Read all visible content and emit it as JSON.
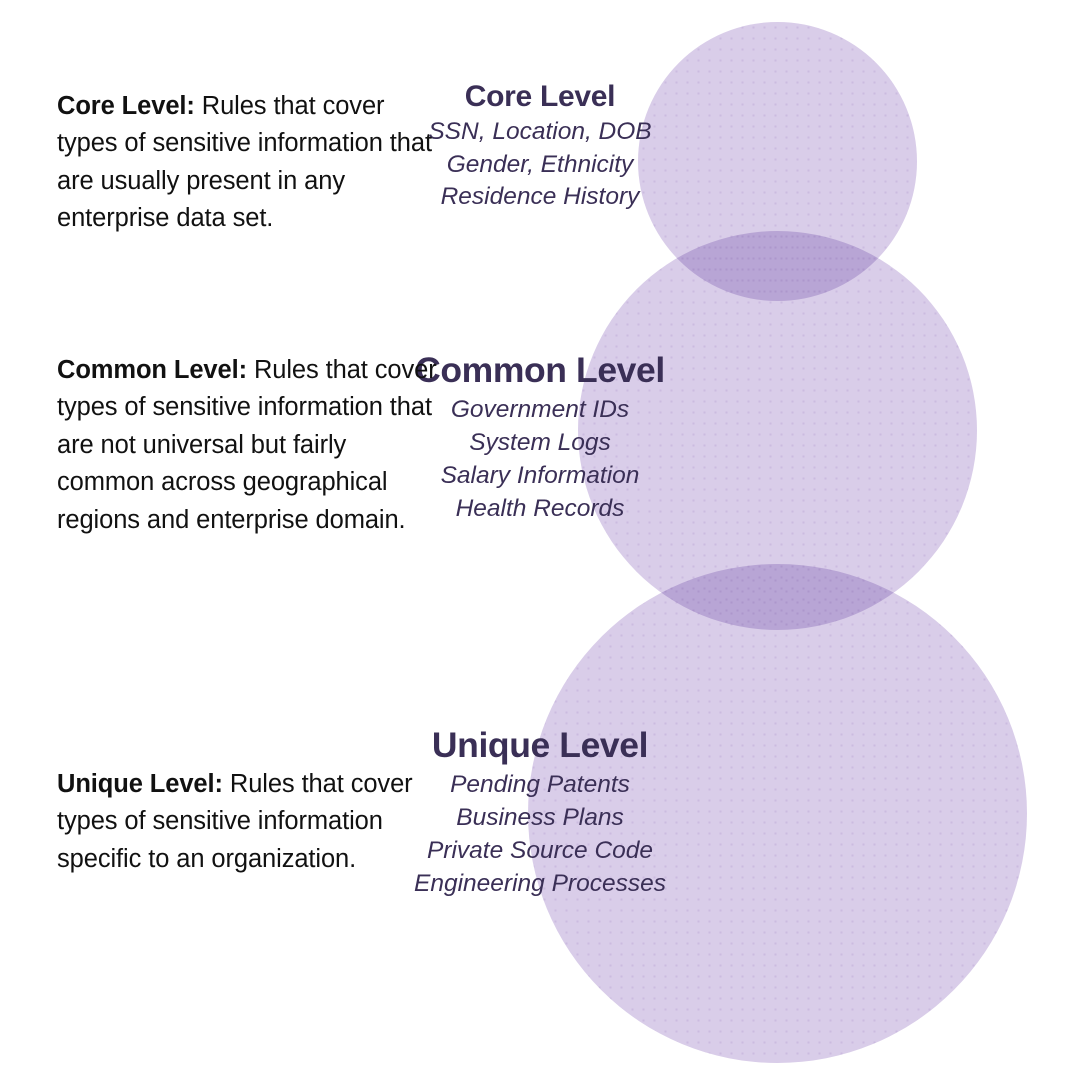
{
  "descriptions": [
    {
      "name": "core",
      "lead": "Core Level:",
      "body": " Rules that cover types of sensitive information that are usually present in any enterprise data set."
    },
    {
      "name": "common",
      "lead": "Common Level:",
      "body": " Rules that cover types of sensitive information that are not universal but fairly common across geographical regions and enterprise domain."
    },
    {
      "name": "unique",
      "lead": "Unique Level:",
      "body": " Rules that cover types of sensitive information specific to an organization."
    }
  ],
  "venn": {
    "circles": [
      {
        "name": "core",
        "title": "Core Level",
        "items": [
          "SSN, Location, DOB",
          "Gender, Ethnicity",
          "Residence History"
        ]
      },
      {
        "name": "common",
        "title": "Common Level",
        "items": [
          "Government IDs",
          "System Logs",
          "Salary Information",
          "Health Records"
        ]
      },
      {
        "name": "unique",
        "title": "Unique Level",
        "items": [
          "Pending Patents",
          "Business Plans",
          "Private Source Code",
          "Engineering Processes"
        ]
      }
    ]
  },
  "colors": {
    "circle_fill": "#d9cde9",
    "circle_overlap": "#b3a0d0",
    "circle_text": "#3a2f56",
    "body_text": "#111111",
    "background": "#ffffff"
  }
}
